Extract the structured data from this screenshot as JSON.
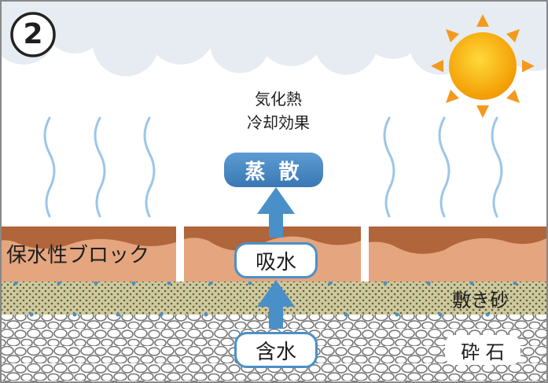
{
  "step_number": "2",
  "labels": {
    "vaporization_heat_line1": "気化熱",
    "vaporization_heat_line2": "冷却効果",
    "evaporation": "蒸 散",
    "absorption": "吸水",
    "water_content": "含水",
    "water_retaining_block": "保水性ブロック",
    "bedding_sand": "敷き砂",
    "crushed_stone": "砕 石"
  },
  "colors": {
    "sky_cloud": "#e6ecf2",
    "sun_core": "#f5b400",
    "sun_ray": "#f39a1e",
    "block_top": "#b0653a",
    "block_body": "#e4a57f",
    "sand": "#d3c79d",
    "gravel": "#ffffff",
    "arrow_blue": "#4a90c8",
    "evaporation_pill": "#4a8ac4",
    "heat_wave": "#9cc6e8",
    "frame": "#888888"
  }
}
